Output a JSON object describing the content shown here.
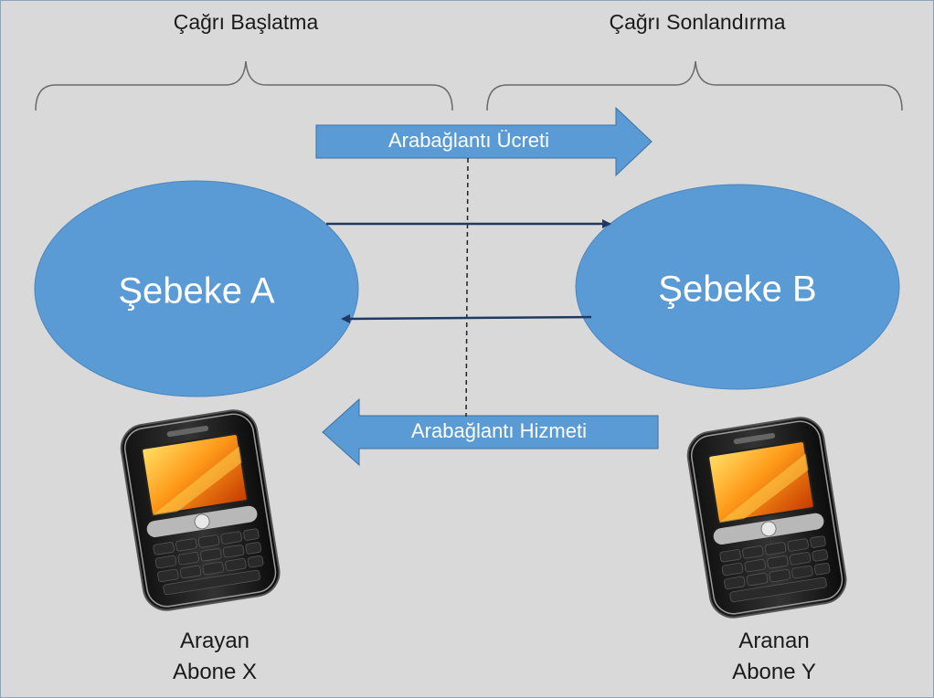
{
  "brackets": {
    "left_label": "Çağrı Başlatma",
    "right_label": "Çağrı Sonlandırma"
  },
  "flows": {
    "top_arrow_label": "Arabağlantı Ücreti",
    "bottom_arrow_label": "Arabağlantı Hizmeti"
  },
  "networks": {
    "a_label": "Şebeke A",
    "b_label": "Şebeke B"
  },
  "subscribers": {
    "caller_line1": "Arayan",
    "caller_line2": "Abone X",
    "callee_line1": "Aranan",
    "callee_line2": "Abone Y"
  },
  "colors": {
    "background": "#d9d9d9",
    "node_fill": "#5b9bd5",
    "arrow_fill": "#5b9bd5",
    "link_line": "#1f3864"
  },
  "icons": {
    "phone": "smartphone-icon"
  }
}
